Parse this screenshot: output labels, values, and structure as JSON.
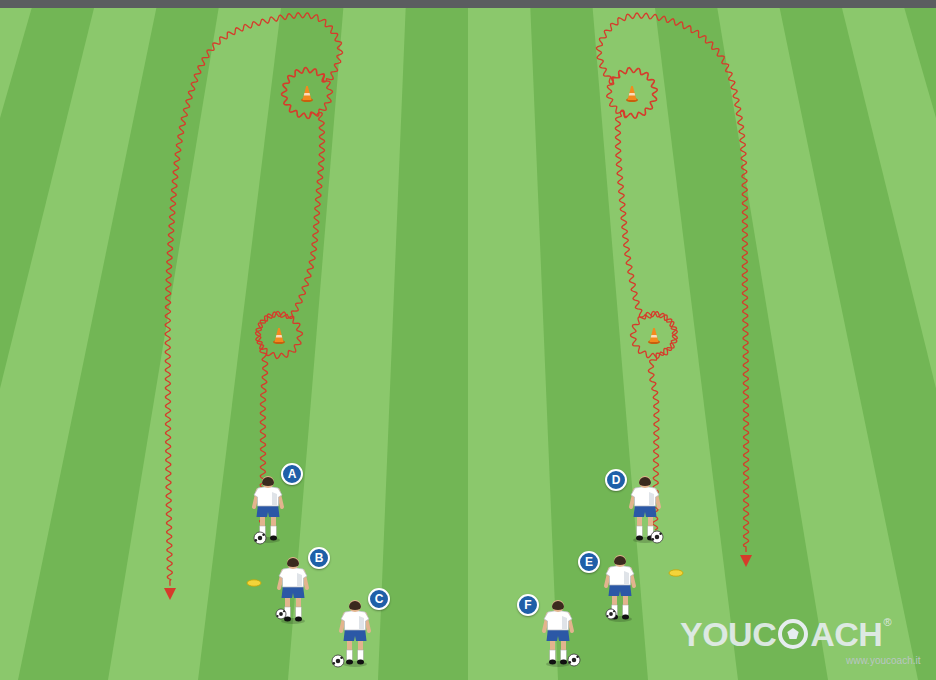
{
  "diagram": {
    "nodes": [
      {
        "text": [
          "A"
        ]
      },
      {
        "text": [
          "B"
        ]
      },
      {
        "text": [
          "C"
        ]
      },
      {
        "text": [
          "D"
        ]
      },
      {
        "text": [
          "E"
        ]
      },
      {
        "text": [
          "F"
        ]
      }
    ],
    "edges": [],
    "labels": [
      "YOUC",
      "ACH",
      "®",
      "www.youcoach.it"
    ]
  }
}
